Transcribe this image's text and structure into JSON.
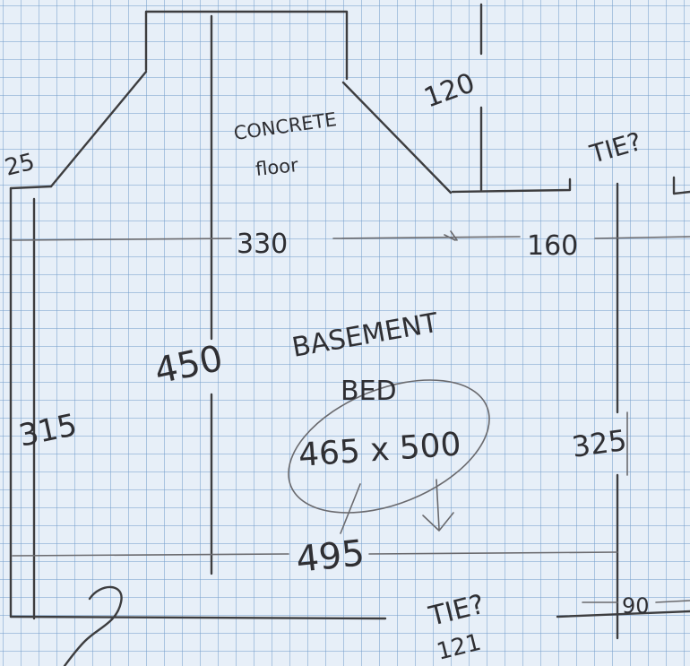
{
  "labels": {
    "dim_25": "25",
    "concrete_floor_line1": "CONCRETE",
    "concrete_floor_line2": "floor",
    "dim_120": "120",
    "tie_top": "TIE?",
    "dim_330": "330",
    "dim_160": "160",
    "basement_line1": "BASEMENT",
    "basement_line2": "BED",
    "bed_size": "465 x 500",
    "dim_450": "450",
    "dim_315": "315",
    "dim_325": "325",
    "dim_495": "495",
    "tie_bottom": "TIE?",
    "dim_121": "121",
    "dim_90": "90"
  }
}
